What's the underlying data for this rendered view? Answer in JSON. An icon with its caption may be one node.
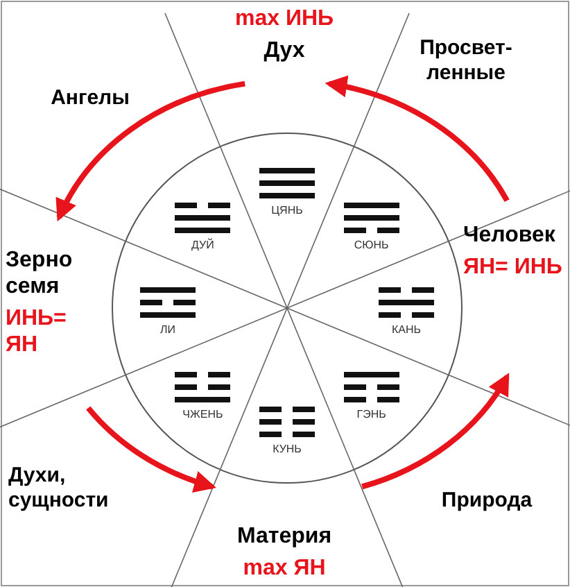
{
  "diagram": {
    "nodes": [
      {
        "text": [
          "max ИНЬ",
          "Дух"
        ]
      },
      {
        "text": [
          "Зерно семя",
          "ИНЬ= ЯН"
        ]
      },
      {
        "text": [
          "Материя",
          "max ЯН"
        ]
      },
      {
        "text": [
          "Человек",
          "ЯН= ИНЬ"
        ]
      }
    ],
    "edges": [
      {
        "from": 3,
        "to": 0,
        "arrow": "to"
      },
      {
        "from": 0,
        "to": 1,
        "arrow": "to"
      },
      {
        "from": 1,
        "to": 2,
        "arrow": "to"
      },
      {
        "from": 2,
        "to": 3,
        "arrow": "to"
      }
    ],
    "labels": [
      "Просвет-ленные",
      "Ангелы",
      "ЦЯНЬ",
      "ДУЙ",
      "СЮНЬ",
      "ЛИ",
      "КАНЬ",
      "ЧЖЕНЬ",
      "ГЭНЬ",
      "КУНЬ",
      "Духи, сущности",
      "Природа"
    ]
  }
}
